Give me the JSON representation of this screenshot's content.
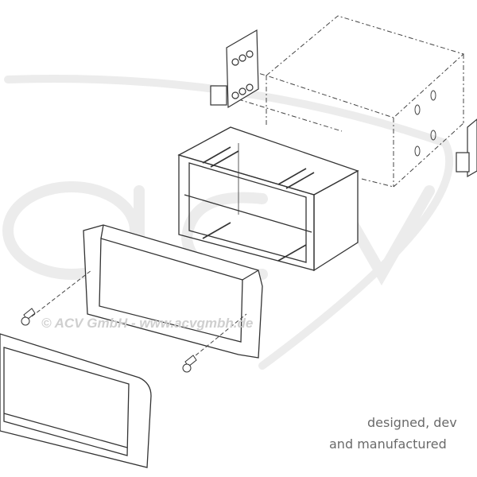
{
  "watermark": {
    "logo": "acv",
    "copyright": "© ACV GmbH - www.acvgmbh.de"
  },
  "tagline": {
    "line1": "designed, dev",
    "line2": "and manufactured"
  },
  "colors": {
    "line": "#333333",
    "watermark": "#e6e6e6",
    "text": "#6a6a6a"
  }
}
